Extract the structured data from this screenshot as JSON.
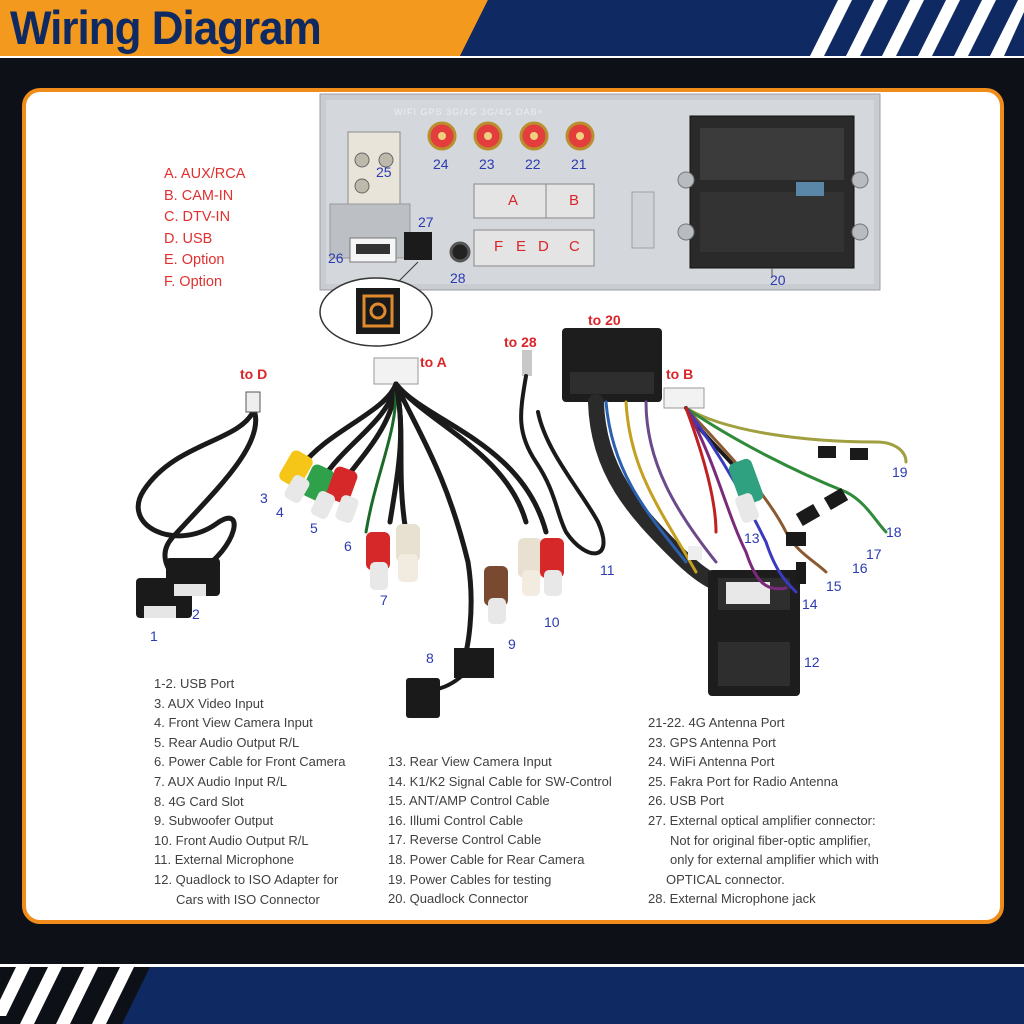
{
  "header": {
    "title": "Wiring Diagram"
  },
  "colors": {
    "orange": "#f08c1a",
    "navy": "#0f2a62",
    "label_blue": "#2b3bb0",
    "label_red": "#e03030"
  },
  "port_letters": [
    "A. AUX/RCA",
    "B. CAM-IN",
    "C. DTV-IN",
    "D. USB",
    "E. Option",
    "F. Option"
  ],
  "unit_labels": {
    "n24": "24",
    "n23": "23",
    "n22": "22",
    "n21": "21",
    "n25": "25",
    "n26": "26",
    "n27": "27",
    "n28": "28",
    "n20": "20",
    "a": "A",
    "b": "B",
    "f": "F",
    "e": "E",
    "d": "D",
    "c": "C",
    "antenna_text": "WIFI  GPS  3G/4G  3G/4G  DAB+"
  },
  "connect_labels": {
    "to_d": "to D",
    "to_a": "to A",
    "to_28": "to 28",
    "to_20": "to 20",
    "to_b": "to B"
  },
  "cable_numbers": [
    "1",
    "2",
    "3",
    "4",
    "5",
    "6",
    "7",
    "8",
    "9",
    "10",
    "11",
    "12",
    "13",
    "14",
    "15",
    "16",
    "17",
    "18",
    "19"
  ],
  "descriptions_col1": [
    "1-2. USB Port",
    "3. AUX Video Input",
    "4. Front View Camera Input",
    "5. Rear Audio Output R/L",
    "6. Power Cable for Front Camera",
    "7. AUX Audio Input R/L",
    "8. 4G Card Slot",
    "9. Subwoofer Output",
    "10. Front Audio Output R/L",
    "11. External Microphone",
    "12. Quadlock to ISO Adapter for",
    "Cars with ISO Connector"
  ],
  "descriptions_col2": [
    "13. Rear View Camera Input",
    "14. K1/K2 Signal Cable for SW-Control",
    "15. ANT/AMP Control Cable",
    "16. Illumi Control Cable",
    "17. Reverse Control Cable",
    "18. Power Cable for Rear Camera",
    "19. Power Cables for testing",
    "20. Quadlock Connector"
  ],
  "descriptions_col3": [
    "21-22. 4G Antenna Port",
    "23. GPS Antenna Port",
    "24. WiFi Antenna Port",
    "25. Fakra Port for Radio Antenna",
    "26. USB Port",
    "27. External optical amplifier connector:",
    "Not for original fiber-optic amplifier,",
    "only for external amplifier which with",
    "OPTICAL connector.",
    "28. External Microphone jack"
  ]
}
